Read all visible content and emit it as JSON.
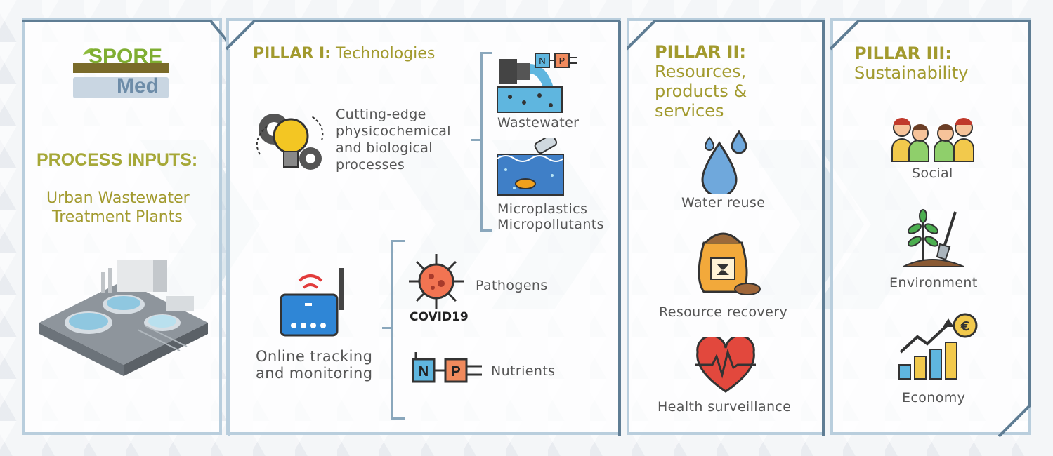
{
  "logo": {
    "line1": "SPORE",
    "line2": "Med"
  },
  "inputs": {
    "heading": "PROCESS INPUTS:",
    "line1": "Urban Wastewater",
    "line2": "Treatment Plants"
  },
  "pillar1": {
    "title_bold": "PILLAR I:",
    "title_rest": " Technologies",
    "processes": [
      "Cutting-edge",
      "physicochemical",
      "and biological",
      "processes"
    ],
    "wastewater": "Wastewater",
    "micro1": "Microplastics",
    "micro2": "Micropollutants",
    "tracking": [
      "Online tracking",
      "and monitoring"
    ],
    "covid": "COVID19",
    "pathogens": "Pathogens",
    "nutrients": "Nutrients",
    "np_n": "N",
    "np_p": "P"
  },
  "pillar2": {
    "title_bold": "PILLAR II:",
    "subtitle": [
      "Resources,",
      "products &",
      "services"
    ],
    "water_reuse": "Water reuse",
    "resource_recovery": "Resource recovery",
    "health": "Health surveillance"
  },
  "pillar3": {
    "title_bold": "PILLAR III:",
    "subtitle": "Sustainability",
    "social": "Social",
    "environment": "Environment",
    "economy": "Economy",
    "euro": "€"
  },
  "colors": {
    "olive": "#a29a2e",
    "panel_border": "#b9cedd",
    "dark_border": "#5f7d94"
  }
}
